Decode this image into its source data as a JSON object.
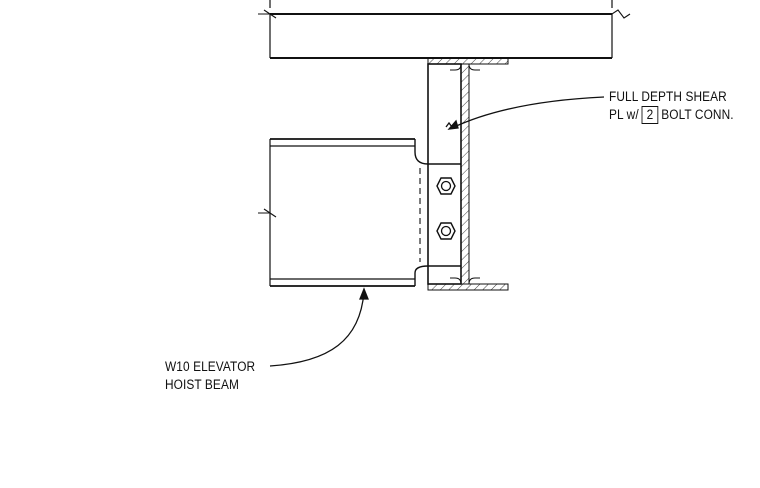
{
  "labels": {
    "shear_plate": {
      "line1": "FULL DEPTH SHEAR",
      "line2_prefix": "PL w/",
      "bolt_count": "2",
      "line2_suffix": "BOLT CONN."
    },
    "hoist_beam": {
      "line1": "W10 ELEVATOR",
      "line2": "HOIST BEAM"
    }
  },
  "colors": {
    "line": "#111111",
    "background": "#ffffff"
  },
  "icons": [
    "bolt-icon",
    "break-line-icon",
    "leader-arrow-icon",
    "hatch-pattern"
  ]
}
